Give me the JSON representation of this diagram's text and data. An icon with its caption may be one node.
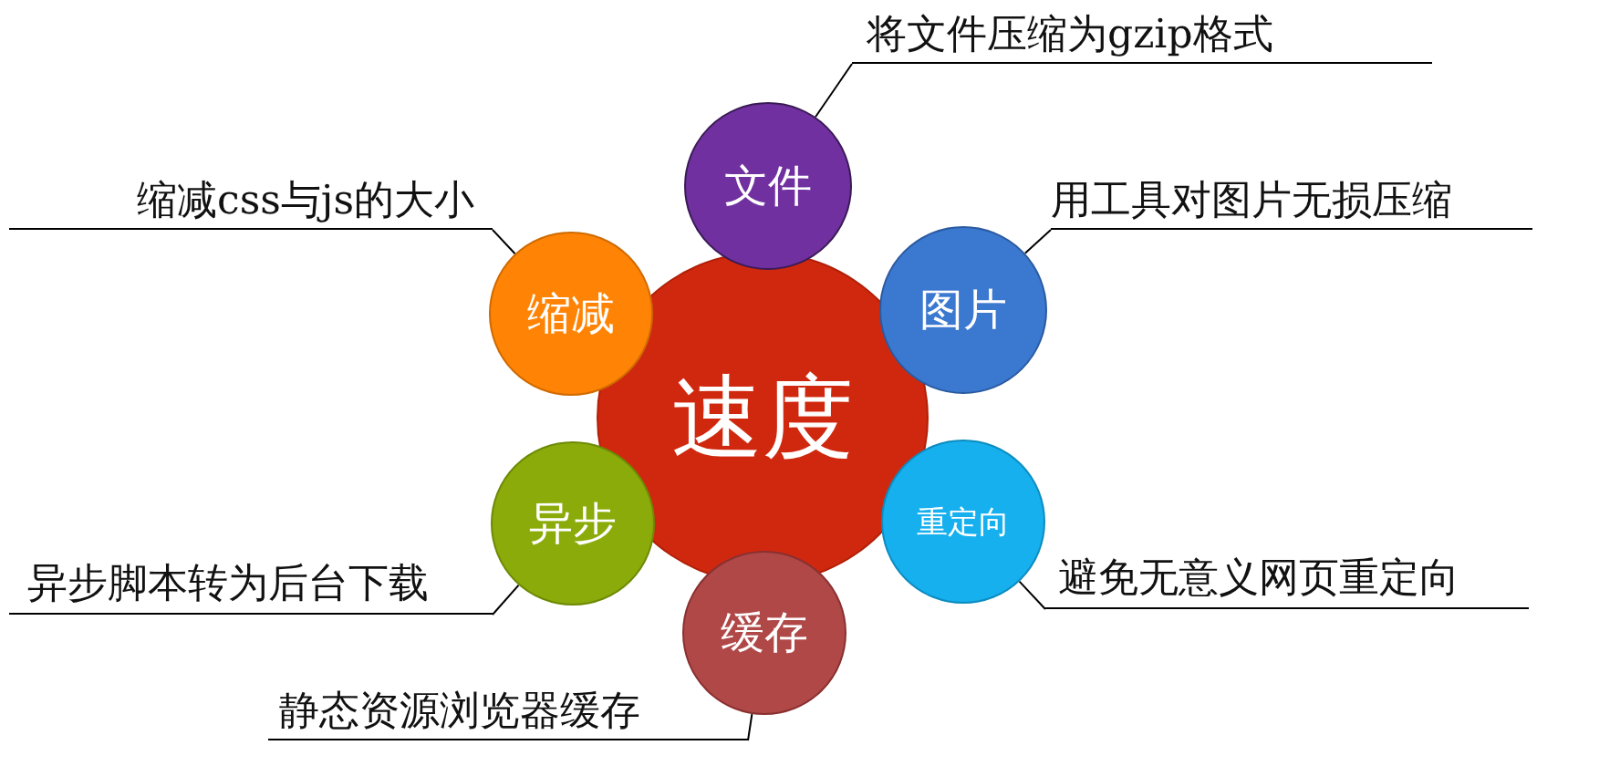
{
  "diagram": {
    "nodes": [
      {
        "text": [
          "速度"
        ]
      },
      {
        "text": [
          "文件"
        ]
      },
      {
        "text": [
          "缩减"
        ]
      },
      {
        "text": [
          "图片"
        ]
      },
      {
        "text": [
          "异步"
        ]
      },
      {
        "text": [
          "重定向"
        ]
      },
      {
        "text": [
          "缓存"
        ]
      },
      {
        "text": [
          "将文件压缩为gzip格式"
        ]
      },
      {
        "text": [
          "缩减css与js的大小"
        ]
      },
      {
        "text": [
          "用工具对图片无损压缩"
        ]
      },
      {
        "text": [
          "异步脚本转为后台下载"
        ]
      },
      {
        "text": [
          "避免无意义网页重定向"
        ]
      },
      {
        "text": [
          "静态资源浏览器缓存"
        ]
      }
    ],
    "edges": [
      {
        "from": 1,
        "to": 7,
        "arrow": "none"
      },
      {
        "from": 2,
        "to": 8,
        "arrow": "none"
      },
      {
        "from": 3,
        "to": 9,
        "arrow": "none"
      },
      {
        "from": 4,
        "to": 10,
        "arrow": "none"
      },
      {
        "from": 5,
        "to": 11,
        "arrow": "none"
      },
      {
        "from": 6,
        "to": 12,
        "arrow": "none"
      }
    ]
  }
}
